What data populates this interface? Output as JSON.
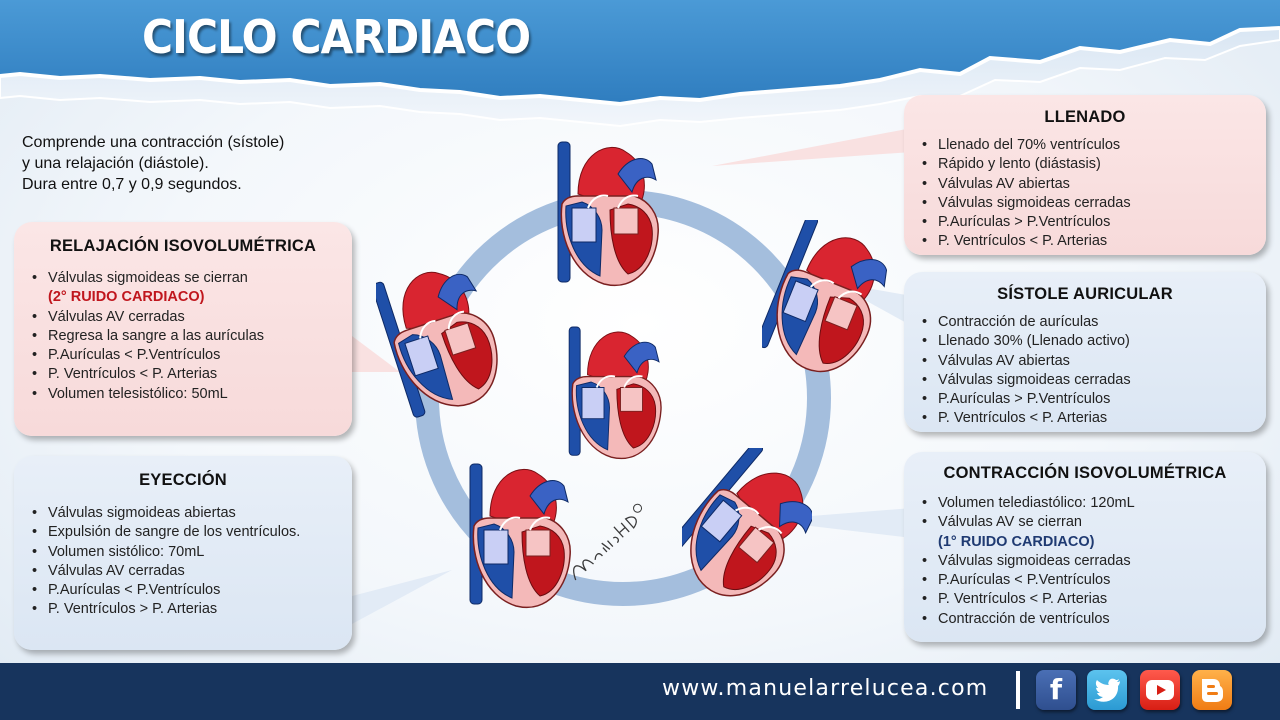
{
  "title": "CICLO CARDIACO",
  "intro": [
    "Comprende una contracción (sístole)",
    "y una relajación (diástole).",
    "Dura entre 0,7 y 0,9 segundos."
  ],
  "boxes": {
    "llenado": {
      "title": "LLENADO",
      "items": [
        "Llenado del 70%  ventrículos",
        "Rápido y lento (diástasis)",
        "Válvulas AV abiertas",
        "Válvulas sigmoideas cerradas",
        "P.Aurículas > P.Ventrículos",
        "P. Ventrículos < P. Arterias"
      ]
    },
    "sistole": {
      "title": "SÍSTOLE AURICULAR",
      "items": [
        "Contracción de aurículas",
        "Llenado 30% (Llenado activo)",
        "Válvulas AV abiertas",
        "Válvulas sigmoideas cerradas",
        "P.Aurículas > P.Ventrículos",
        "P. Ventrículos < P. Arterias"
      ]
    },
    "contraccion": {
      "title": "CONTRACCIÓN ISOVOLUMÉTRICA",
      "items": [
        "Volumen telediastólico: 120mL",
        "Válvulas AV se cierran",
        "(1° RUIDO CARDIACO)",
        "Válvulas sigmoideas cerradas",
        "P.Aurículas < P.Ventrículos",
        "P. Ventrículos < P. Arterias",
        "Contracción de ventrículos"
      ]
    },
    "relajacion": {
      "title": "RELAJACIÓN ISOVOLUMÉTRICA",
      "items": [
        "Válvulas sigmoideas se cierran",
        "(2° RUIDO CARDIACO)",
        "Válvulas AV cerradas",
        "Regresa la sangre a las aurículas",
        "P.Aurículas < P.Ventrículos",
        "P. Ventrículos < P. Arterias",
        "Volumen telesistólico: 50mL"
      ]
    },
    "eyeccion": {
      "title": "EYECCIÓN",
      "items": [
        "Válvulas sigmoideas abiertas",
        "Expulsión de sangre de los ventrículos.",
        "Volumen sistólico: 70mL",
        "Válvulas AV cerradas",
        "P.Aurículas < P.Ventrículos",
        "P. Ventrículos > P. Arterias"
      ]
    }
  },
  "signature": "ManuelHD",
  "footer": {
    "url": "www.manuelarrelucea.com",
    "social": [
      "facebook-icon",
      "twitter-icon",
      "youtube-icon",
      "blogger-icon"
    ]
  },
  "colors": {
    "banner": "#3d8dcb",
    "footer": "#17345d",
    "box_pink": "#f9e1e1",
    "box_blue": "#e2ebf6",
    "cycle_ring": "#a4bedd",
    "red_emphasis": "#c0161d",
    "navy_emphasis": "#1f3a72"
  }
}
